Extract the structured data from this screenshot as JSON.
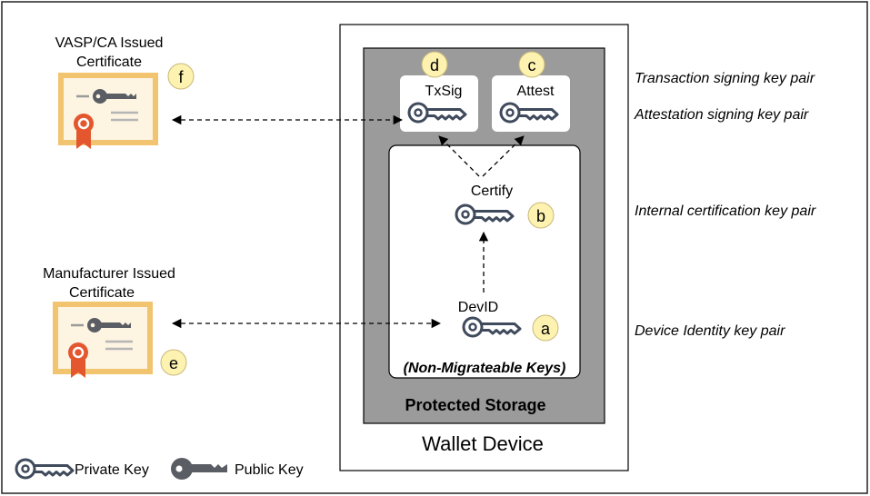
{
  "certificates": {
    "vasp": {
      "title_line1": "VASP/CA Issued",
      "title_line2": "Certificate",
      "badge": "f"
    },
    "manufacturer": {
      "title_line1": "Manufacturer Issued",
      "title_line2": "Certificate",
      "badge": "e"
    }
  },
  "device": {
    "label": "Wallet Device",
    "protected_storage": "Protected Storage",
    "non_migrateable": "(Non-Migrateable Keys)"
  },
  "keys": {
    "txsig": {
      "label": "TxSig",
      "badge": "d"
    },
    "attest": {
      "label": "Attest",
      "badge": "c"
    },
    "certify": {
      "label": "Certify",
      "badge": "b"
    },
    "devid": {
      "label": "DevID",
      "badge": "a"
    }
  },
  "descriptions": {
    "transaction": "Transaction signing key pair",
    "attestation": "Attestation signing key pair",
    "internal": "Internal certification key pair",
    "identity": "Device Identity key pair"
  },
  "legend": {
    "private_key": "Private Key",
    "public_key": "Public Key"
  },
  "colors": {
    "cert_border": "#f2c46f",
    "cert_fill": "#fdf4e2",
    "ribbon": "#e4572e",
    "key": "#3f4a5c",
    "badge_fill": "#fdf2b0",
    "storage_gray": "#9b9b9b"
  }
}
